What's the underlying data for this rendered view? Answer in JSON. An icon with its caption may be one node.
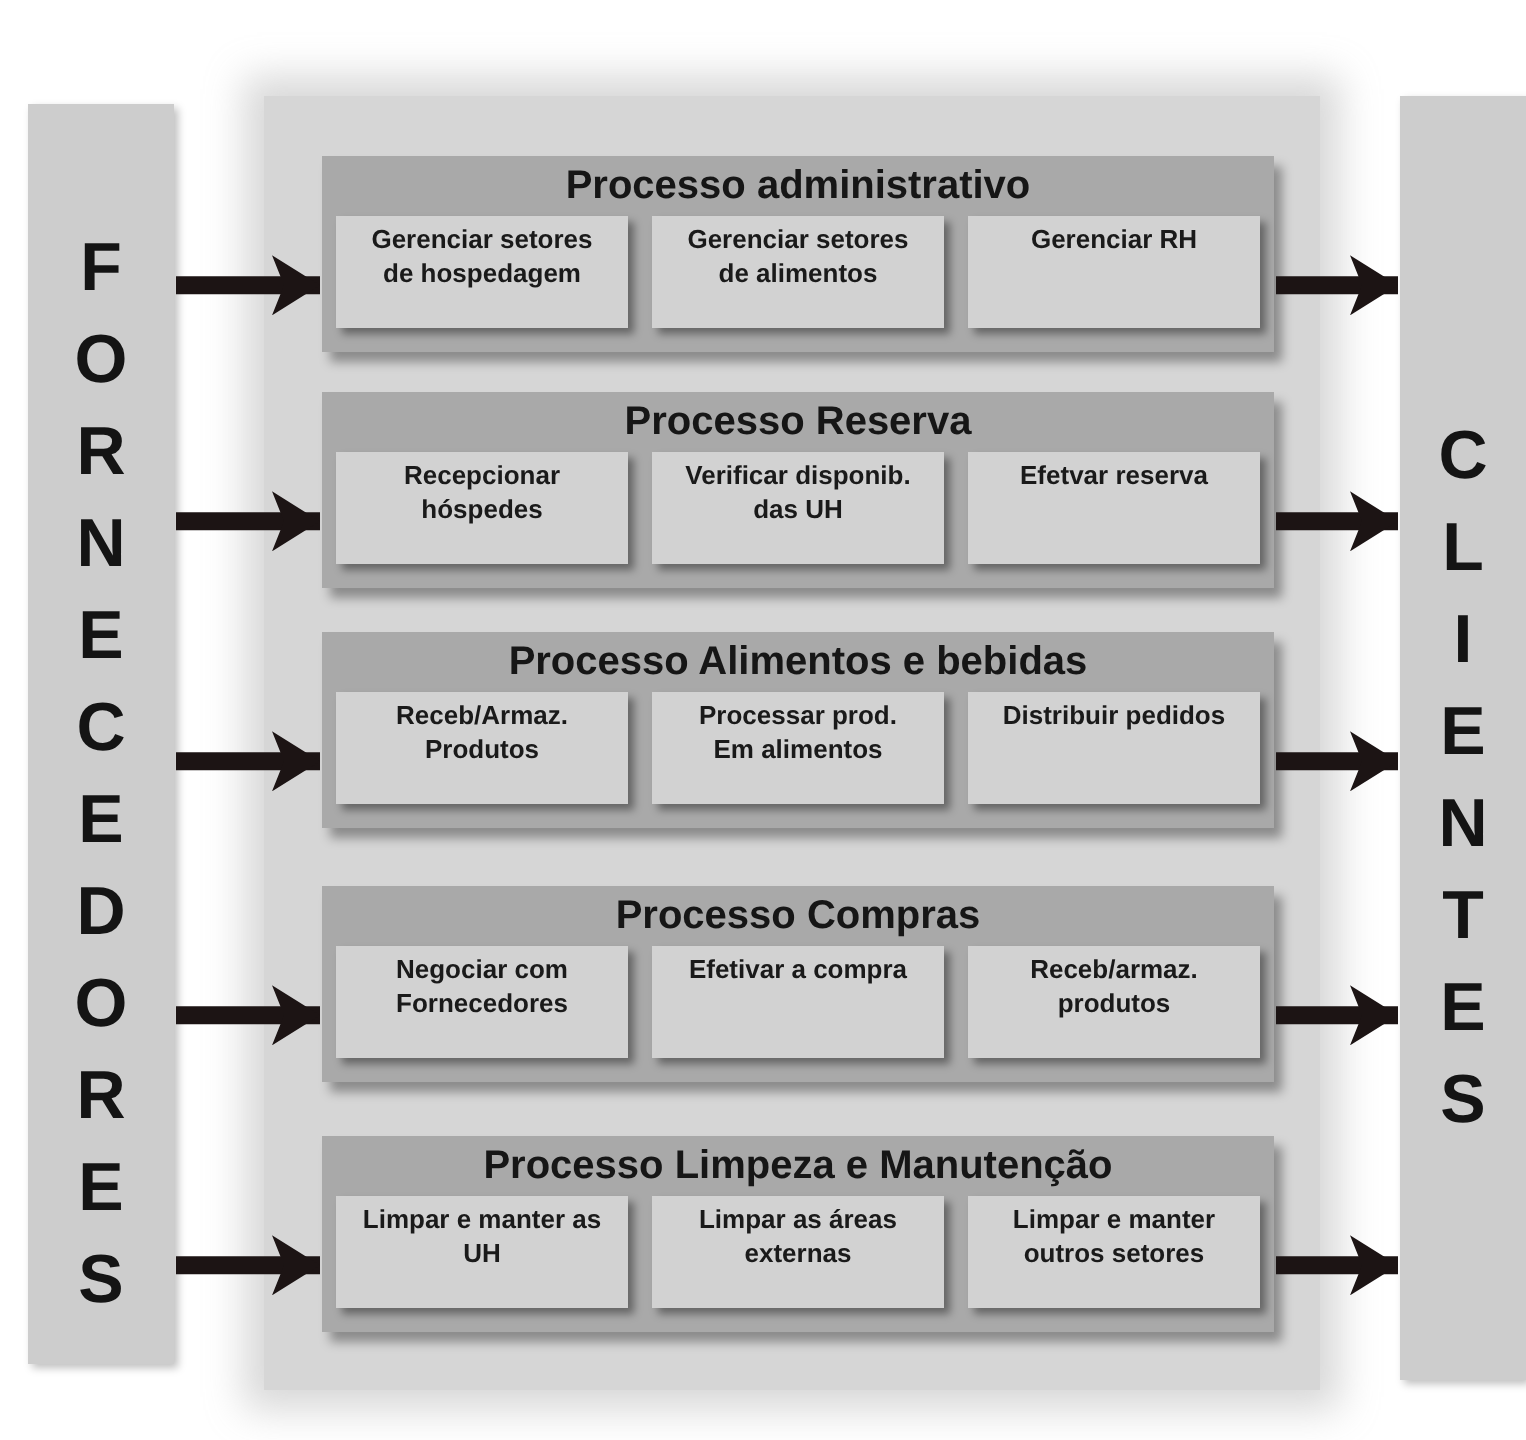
{
  "diagram": {
    "nodes": [
      {
        "text": [
          "FORNECEDORES"
        ]
      },
      {
        "text": [],
        "shape": "box"
      },
      {
        "text": [
          "Processo administrativo"
        ],
        "in": 1
      },
      {
        "text": [
          "Gerenciar setores de hospedagem"
        ],
        "in": 2
      },
      {
        "text": [
          "Gerenciar setores de alimentos"
        ],
        "in": 2
      },
      {
        "text": [
          "Gerenciar RH"
        ],
        "in": 2
      },
      {
        "text": [
          "Processo Reserva"
        ],
        "in": 1
      },
      {
        "text": [
          "Recepcionar hóspedes"
        ],
        "in": 6
      },
      {
        "text": [
          "Verificar disponib. das UH"
        ],
        "in": 6
      },
      {
        "text": [
          "Efetvar reserva"
        ],
        "in": 6
      },
      {
        "text": [
          "Processo Alimentos e bebidas"
        ],
        "in": 1
      },
      {
        "text": [
          "Receb/Armaz. Produtos"
        ],
        "in": 10
      },
      {
        "text": [
          "Processar prod. Em alimentos"
        ],
        "in": 10
      },
      {
        "text": [
          "Distribuir pedidos"
        ],
        "in": 10
      },
      {
        "text": [
          "Processo Compras"
        ],
        "in": 1
      },
      {
        "text": [
          "Negociar com Fornecedores"
        ],
        "in": 14
      },
      {
        "text": [
          "Efetivar a compra"
        ],
        "in": 14
      },
      {
        "text": [
          "Receb/armaz. produtos"
        ],
        "in": 14
      },
      {
        "text": [
          "Processo Limpeza e Manutenção"
        ],
        "in": 1
      },
      {
        "text": [
          "Limpar e manter as UH"
        ],
        "in": 18
      },
      {
        "text": [
          "Limpar as áreas externas"
        ],
        "in": 18
      },
      {
        "text": [
          "Limpar e manter outros setores"
        ],
        "in": 18
      },
      {
        "text": [
          "CLIENTES"
        ]
      }
    ],
    "edges": [
      {
        "from": 0,
        "to": 2,
        "arrow": "to"
      },
      {
        "from": 2,
        "to": 22,
        "arrow": "to"
      },
      {
        "from": 0,
        "to": 6,
        "arrow": "to"
      },
      {
        "from": 6,
        "to": 22,
        "arrow": "to"
      },
      {
        "from": 0,
        "to": 10,
        "arrow": "to"
      },
      {
        "from": 10,
        "to": 22,
        "arrow": "to"
      },
      {
        "from": 0,
        "to": 14,
        "arrow": "to"
      },
      {
        "from": 14,
        "to": 22,
        "arrow": "to"
      },
      {
        "from": 0,
        "to": 18,
        "arrow": "to"
      },
      {
        "from": 18,
        "to": 22,
        "arrow": "to"
      }
    ]
  }
}
